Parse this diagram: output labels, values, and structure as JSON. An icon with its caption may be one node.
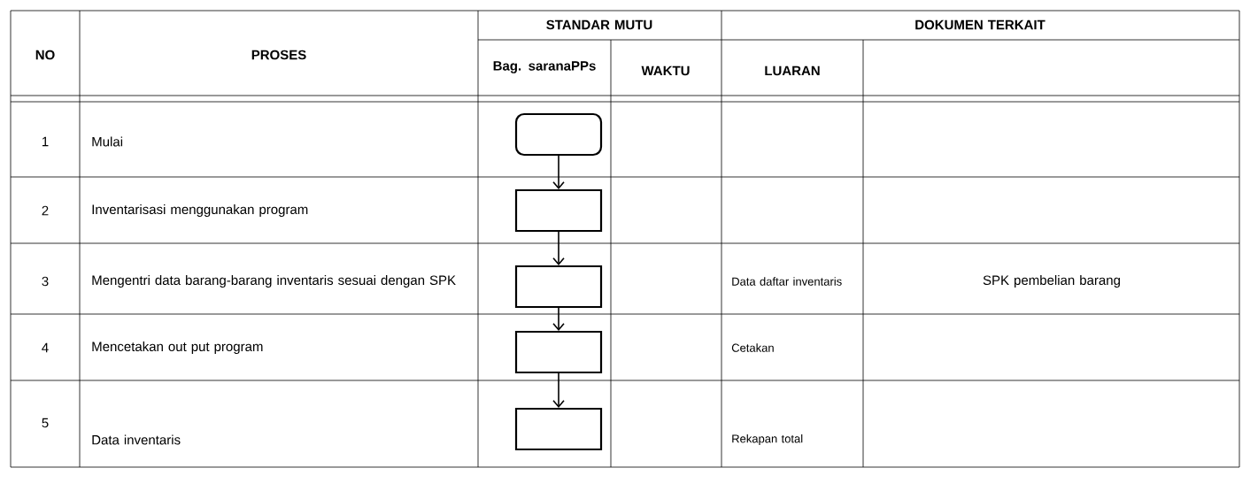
{
  "diagram": {
    "nodes": [
      {
        "text": [],
        "shape": "rounded"
      },
      {
        "text": [],
        "shape": "box"
      },
      {
        "text": [],
        "shape": "box"
      },
      {
        "text": [],
        "shape": "box"
      },
      {
        "text": [],
        "shape": "box"
      }
    ],
    "edges": [
      {
        "from": 0,
        "to": 1,
        "arrow": "to"
      },
      {
        "from": 1,
        "to": 2,
        "arrow": "to"
      },
      {
        "from": 2,
        "to": 3,
        "arrow": "to"
      },
      {
        "from": 3,
        "to": 4,
        "arrow": "to"
      }
    ],
    "labels": [
      "NO",
      "PROSES",
      "STANDAR MUTU",
      "DOKUMEN TERKAIT",
      "Bag. saranaPPs",
      "WAKTU",
      "LUARAN",
      "1",
      "Mulai",
      "2",
      "Inventarisasi menggunakan program",
      "3",
      "Mengentri data barang-barang inventaris sesuai dengan SPK",
      "Data daftar inventaris",
      "SPK pembelian barang",
      "4",
      "Mencetakan out put program",
      "Cetakan",
      "5",
      "Data inventaris",
      "Rekapan total"
    ]
  }
}
